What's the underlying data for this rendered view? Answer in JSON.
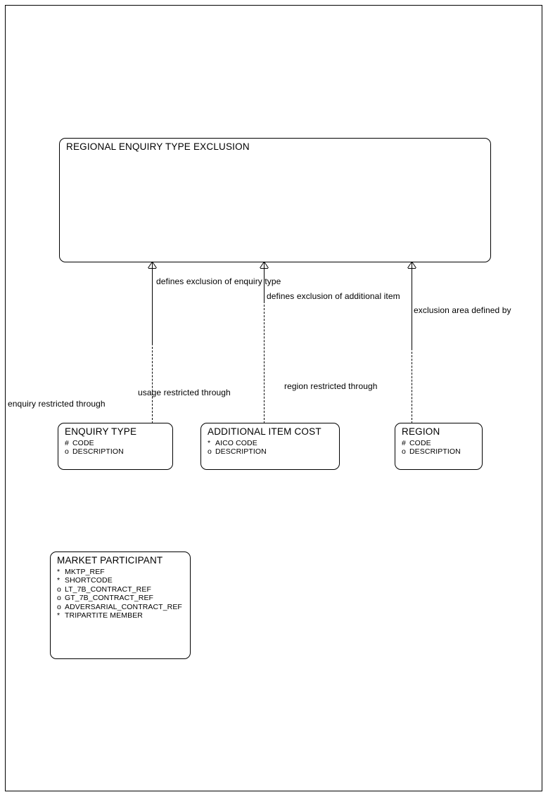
{
  "diagram": {
    "type": "entity-relationship",
    "notation": "barker",
    "background_color": "#ffffff",
    "line_color": "#000000",
    "text_color": "#000000"
  },
  "entities": [
    {
      "id": "regional-enquiry-type-exclusion",
      "name": "REGIONAL ENQUIRY TYPE EXCLUSION",
      "attributes": []
    },
    {
      "id": "enquiry-type",
      "name": "ENQUIRY TYPE",
      "attributes": [
        {
          "marker": "#",
          "name": "CODE"
        },
        {
          "marker": "o",
          "name": "DESCRIPTION"
        }
      ]
    },
    {
      "id": "additional-item-cost",
      "name": "ADDITIONAL ITEM COST",
      "attributes": [
        {
          "marker": "*",
          "name": "AICO CODE"
        },
        {
          "marker": "o",
          "name": "DESCRIPTION"
        }
      ]
    },
    {
      "id": "region",
      "name": "REGION",
      "attributes": [
        {
          "marker": "#",
          "name": "CODE"
        },
        {
          "marker": "o",
          "name": "DESCRIPTION"
        }
      ]
    },
    {
      "id": "market-participant",
      "name": "MARKET PARTICIPANT",
      "attributes": [
        {
          "marker": "*",
          "name": "MKTP_REF"
        },
        {
          "marker": "*",
          "name": "SHORTCODE"
        },
        {
          "marker": "o",
          "name": "LT_7B_CONTRACT_REF"
        },
        {
          "marker": "o",
          "name": "GT_7B_CONTRACT_REF"
        },
        {
          "marker": "o",
          "name": "ADVERSARIAL_CONTRACT_REF"
        },
        {
          "marker": "*",
          "name": "TRIPARTITE MEMBER"
        }
      ]
    }
  ],
  "relationships": [
    {
      "id": "enquiry-type-relationship",
      "from": "regional-enquiry-type-exclusion",
      "to": "enquiry-type",
      "parent_label": "defines exclusion of enquiry type",
      "child_label": "enquiry restricted through"
    },
    {
      "id": "additional-item-relationship",
      "from": "regional-enquiry-type-exclusion",
      "to": "additional-item-cost",
      "parent_label": "defines exclusion of additional item",
      "child_label": "usage restricted through"
    },
    {
      "id": "region-relationship",
      "from": "regional-enquiry-type-exclusion",
      "to": "region",
      "parent_label": "exclusion area defined by",
      "child_label": "region restricted through"
    }
  ]
}
